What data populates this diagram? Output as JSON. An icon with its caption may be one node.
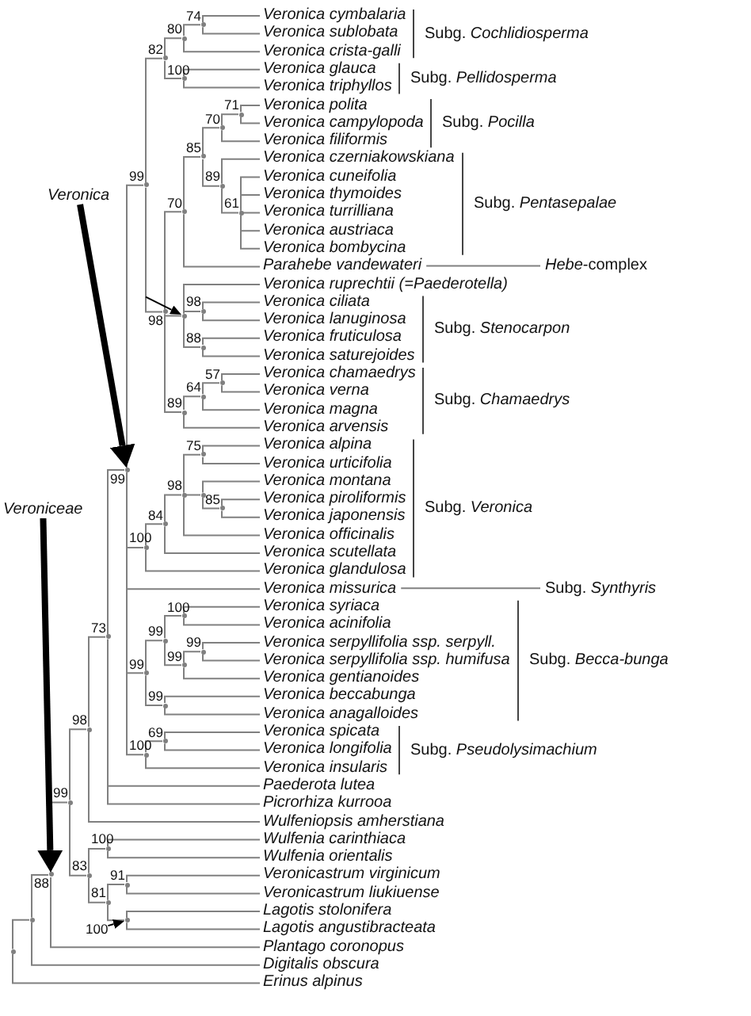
{
  "diagram": {
    "nodes": [
      {
        "text": [],
        "shape": "point"
      },
      {
        "text": [],
        "shape": "point"
      },
      {
        "text": [],
        "shape": "point"
      },
      {
        "text": [],
        "shape": "point"
      },
      {
        "text": [],
        "shape": "point"
      },
      {
        "text": [],
        "shape": "point"
      },
      {
        "text": [],
        "shape": "point"
      },
      {
        "text": [],
        "shape": "point"
      },
      {
        "text": [],
        "shape": "point"
      },
      {
        "text": [],
        "shape": "point"
      },
      {
        "text": [],
        "shape": "point"
      },
      {
        "text": [
          "Veronica cymbalaria"
        ]
      },
      {
        "text": [
          "Veronica sublobata"
        ]
      },
      {
        "text": [
          "Veronica crista-galli"
        ]
      },
      {
        "text": [],
        "shape": "point"
      },
      {
        "text": [
          "Veronica glauca"
        ]
      },
      {
        "text": [
          "Veronica triphyllos"
        ]
      },
      {
        "text": [],
        "shape": "point"
      },
      {
        "text": [],
        "shape": "point"
      },
      {
        "text": [],
        "shape": "point"
      },
      {
        "text": [],
        "shape": "point"
      },
      {
        "text": [],
        "shape": "point"
      },
      {
        "text": [
          "Veronica polita"
        ]
      },
      {
        "text": [
          "Veronica campylopoda"
        ]
      },
      {
        "text": [
          "Veronica filiformis"
        ]
      },
      {
        "text": [],
        "shape": "point"
      },
      {
        "text": [
          "Veronica czerniakowskiana"
        ]
      },
      {
        "text": [],
        "shape": "point"
      },
      {
        "text": [
          "Veronica cuneifolia"
        ]
      },
      {
        "text": [
          "Veronica thymoides"
        ]
      },
      {
        "text": [
          "Veronica turrilliana"
        ]
      },
      {
        "text": [
          "Veronica austriaca"
        ]
      },
      {
        "text": [
          "Veronica bombycina"
        ]
      },
      {
        "text": [
          "Parahebe vandewateri"
        ]
      },
      {
        "text": [],
        "shape": "point"
      },
      {
        "text": [
          "Veronica ruprechtii (=Paederotella)"
        ]
      },
      {
        "text": [],
        "shape": "point"
      },
      {
        "text": [
          "Veronica ciliata"
        ]
      },
      {
        "text": [
          "Veronica lanuginosa"
        ]
      },
      {
        "text": [],
        "shape": "point"
      },
      {
        "text": [
          "Veronica fruticulosa"
        ]
      },
      {
        "text": [
          "Veronica saturejoides"
        ]
      },
      {
        "text": [],
        "shape": "point"
      },
      {
        "text": [],
        "shape": "point"
      },
      {
        "text": [],
        "shape": "point"
      },
      {
        "text": [
          "Veronica chamaedrys"
        ]
      },
      {
        "text": [
          "Veronica verna"
        ]
      },
      {
        "text": [
          "Veronica magna"
        ]
      },
      {
        "text": [
          "Veronica arvensis"
        ]
      },
      {
        "text": [],
        "shape": "point"
      },
      {
        "text": [],
        "shape": "point"
      },
      {
        "text": [],
        "shape": "point"
      },
      {
        "text": [],
        "shape": "point"
      },
      {
        "text": [
          "Veronica alpina"
        ]
      },
      {
        "text": [
          "Veronica urticifolia"
        ]
      },
      {
        "text": [],
        "shape": "point"
      },
      {
        "text": [
          "Veronica montana"
        ]
      },
      {
        "text": [],
        "shape": "point"
      },
      {
        "text": [
          "Veronica piroliformis"
        ]
      },
      {
        "text": [
          "Veronica japonensis"
        ]
      },
      {
        "text": [
          "Veronica officinalis"
        ]
      },
      {
        "text": [
          "Veronica scutellata"
        ]
      },
      {
        "text": [
          "Veronica glandulosa"
        ]
      },
      {
        "text": [
          "Veronica missurica"
        ]
      },
      {
        "text": [],
        "shape": "point"
      },
      {
        "text": [],
        "shape": "point"
      },
      {
        "text": [],
        "shape": "point"
      },
      {
        "text": [
          "Veronica syriaca"
        ]
      },
      {
        "text": [
          "Veronica acinifolia"
        ]
      },
      {
        "text": [],
        "shape": "point"
      },
      {
        "text": [],
        "shape": "point"
      },
      {
        "text": [
          "Veronica serpyllifolia ssp. serpyll."
        ]
      },
      {
        "text": [
          "Veronica serpyllifolia ssp. humifusa"
        ]
      },
      {
        "text": [
          "Veronica gentianoides"
        ]
      },
      {
        "text": [],
        "shape": "point"
      },
      {
        "text": [
          "Veronica beccabunga"
        ]
      },
      {
        "text": [
          "Veronica anagalloides"
        ]
      },
      {
        "text": [],
        "shape": "point"
      },
      {
        "text": [],
        "shape": "point"
      },
      {
        "text": [
          "Veronica spicata"
        ]
      },
      {
        "text": [
          "Veronica longifolia"
        ]
      },
      {
        "text": [
          "Veronica insularis"
        ]
      },
      {
        "text": [
          "Paederota lutea"
        ]
      },
      {
        "text": [
          "Picrorhiza kurrooa"
        ]
      },
      {
        "text": [
          "Wulfeniopsis amherstiana"
        ]
      },
      {
        "text": [],
        "shape": "point"
      },
      {
        "text": [],
        "shape": "point"
      },
      {
        "text": [
          "Wulfenia carinthiaca"
        ]
      },
      {
        "text": [
          "Wulfenia orientalis"
        ]
      },
      {
        "text": [],
        "shape": "point"
      },
      {
        "text": [],
        "shape": "point"
      },
      {
        "text": [
          "Veronicastrum virginicum"
        ]
      },
      {
        "text": [
          "Veronicastrum liukiuense"
        ]
      },
      {
        "text": [],
        "shape": "point"
      },
      {
        "text": [
          "Lagotis stolonifera"
        ]
      },
      {
        "text": [
          "Lagotis angustibracteata"
        ]
      },
      {
        "text": [
          "Plantago coronopus"
        ]
      },
      {
        "text": [
          "Digitalis obscura"
        ]
      },
      {
        "text": [
          "Erinus alpinus"
        ]
      },
      {
        "text": [
          "Veronica"
        ]
      },
      {
        "text": [
          "Veroniceae"
        ]
      },
      {
        "text": [
          "100"
        ]
      },
      {
        "text": [
          "*Hebe*-complex"
        ]
      },
      {
        "text": [
          "Subg. *Synthyris*"
        ]
      }
    ],
    "edges": [
      {
        "from": 0,
        "to": 1,
        "arrow": "none"
      },
      {
        "from": 0,
        "to": 98,
        "arrow": "none"
      },
      {
        "from": 1,
        "to": 2,
        "arrow": "none",
        "label": "88"
      },
      {
        "from": 1,
        "to": 97,
        "arrow": "none"
      },
      {
        "from": 2,
        "to": 3,
        "arrow": "none",
        "label": "99"
      },
      {
        "from": 2,
        "to": 96,
        "arrow": "none"
      },
      {
        "from": 3,
        "to": 4,
        "arrow": "none",
        "label": "98"
      },
      {
        "from": 3,
        "to": 85,
        "arrow": "none",
        "label": "83"
      },
      {
        "from": 4,
        "to": 5,
        "arrow": "none",
        "label": "73"
      },
      {
        "from": 4,
        "to": 84,
        "arrow": "none"
      },
      {
        "from": 5,
        "to": 6,
        "arrow": "none",
        "label": "99"
      },
      {
        "from": 5,
        "to": 82,
        "arrow": "none"
      },
      {
        "from": 5,
        "to": 83,
        "arrow": "none"
      },
      {
        "from": 6,
        "to": 7,
        "arrow": "none",
        "label": "99"
      },
      {
        "from": 6,
        "to": 49,
        "arrow": "none",
        "label": "100"
      },
      {
        "from": 6,
        "to": 63,
        "arrow": "none"
      },
      {
        "from": 6,
        "to": 64,
        "arrow": "none",
        "label": "99"
      },
      {
        "from": 6,
        "to": 77,
        "arrow": "none",
        "label": "100"
      },
      {
        "from": 7,
        "to": 8,
        "arrow": "none",
        "label": "82"
      },
      {
        "from": 7,
        "to": 17,
        "arrow": "none",
        "label": "98"
      },
      {
        "from": 8,
        "to": 9,
        "arrow": "none",
        "label": "80"
      },
      {
        "from": 8,
        "to": 14,
        "arrow": "none",
        "label": "100"
      },
      {
        "from": 9,
        "to": 10,
        "arrow": "none",
        "label": "74"
      },
      {
        "from": 9,
        "to": 13,
        "arrow": "none"
      },
      {
        "from": 10,
        "to": 11,
        "arrow": "none"
      },
      {
        "from": 10,
        "to": 12,
        "arrow": "none"
      },
      {
        "from": 14,
        "to": 15,
        "arrow": "none"
      },
      {
        "from": 14,
        "to": 16,
        "arrow": "none"
      },
      {
        "from": 17,
        "to": 18,
        "arrow": "none",
        "label": "70"
      },
      {
        "from": 17,
        "to": 34,
        "arrow": "none"
      },
      {
        "from": 17,
        "to": 42,
        "arrow": "none",
        "label": "89"
      },
      {
        "from": 18,
        "to": 19,
        "arrow": "none",
        "label": "85"
      },
      {
        "from": 18,
        "to": 33,
        "arrow": "none"
      },
      {
        "from": 19,
        "to": 20,
        "arrow": "none",
        "label": "70"
      },
      {
        "from": 19,
        "to": 25,
        "arrow": "none",
        "label": "89"
      },
      {
        "from": 20,
        "to": 21,
        "arrow": "none",
        "label": "71"
      },
      {
        "from": 20,
        "to": 24,
        "arrow": "none"
      },
      {
        "from": 21,
        "to": 22,
        "arrow": "none"
      },
      {
        "from": 21,
        "to": 23,
        "arrow": "none"
      },
      {
        "from": 25,
        "to": 26,
        "arrow": "none"
      },
      {
        "from": 25,
        "to": 27,
        "arrow": "none",
        "label": "61"
      },
      {
        "from": 27,
        "to": 28,
        "arrow": "none"
      },
      {
        "from": 27,
        "to": 29,
        "arrow": "none"
      },
      {
        "from": 27,
        "to": 30,
        "arrow": "none"
      },
      {
        "from": 27,
        "to": 31,
        "arrow": "none"
      },
      {
        "from": 27,
        "to": 32,
        "arrow": "none"
      },
      {
        "from": 34,
        "to": 35,
        "arrow": "none"
      },
      {
        "from": 34,
        "to": 36,
        "arrow": "none",
        "label": "98"
      },
      {
        "from": 34,
        "to": 39,
        "arrow": "none",
        "label": "88"
      },
      {
        "from": 36,
        "to": 37,
        "arrow": "none"
      },
      {
        "from": 36,
        "to": 38,
        "arrow": "none"
      },
      {
        "from": 39,
        "to": 40,
        "arrow": "none"
      },
      {
        "from": 39,
        "to": 41,
        "arrow": "none"
      },
      {
        "from": 42,
        "to": 43,
        "arrow": "none",
        "label": "64"
      },
      {
        "from": 42,
        "to": 48,
        "arrow": "none"
      },
      {
        "from": 43,
        "to": 44,
        "arrow": "none",
        "label": "57"
      },
      {
        "from": 43,
        "to": 47,
        "arrow": "none"
      },
      {
        "from": 44,
        "to": 45,
        "arrow": "none"
      },
      {
        "from": 44,
        "to": 46,
        "arrow": "none"
      },
      {
        "from": 49,
        "to": 50,
        "arrow": "none",
        "label": "84"
      },
      {
        "from": 49,
        "to": 62,
        "arrow": "none"
      },
      {
        "from": 50,
        "to": 51,
        "arrow": "none",
        "label": "98"
      },
      {
        "from": 50,
        "to": 61,
        "arrow": "none"
      },
      {
        "from": 51,
        "to": 52,
        "arrow": "none",
        "label": "75"
      },
      {
        "from": 51,
        "to": 55,
        "arrow": "none"
      },
      {
        "from": 51,
        "to": 60,
        "arrow": "none"
      },
      {
        "from": 52,
        "to": 53,
        "arrow": "none"
      },
      {
        "from": 52,
        "to": 54,
        "arrow": "none"
      },
      {
        "from": 55,
        "to": 56,
        "arrow": "none"
      },
      {
        "from": 55,
        "to": 57,
        "arrow": "none",
        "label": "85"
      },
      {
        "from": 57,
        "to": 58,
        "arrow": "none"
      },
      {
        "from": 57,
        "to": 59,
        "arrow": "none"
      },
      {
        "from": 64,
        "to": 65,
        "arrow": "none",
        "label": "99"
      },
      {
        "from": 64,
        "to": 74,
        "arrow": "none",
        "label": "99"
      },
      {
        "from": 65,
        "to": 66,
        "arrow": "none",
        "label": "100"
      },
      {
        "from": 65,
        "to": 69,
        "arrow": "none",
        "label": "99"
      },
      {
        "from": 66,
        "to": 67,
        "arrow": "none"
      },
      {
        "from": 66,
        "to": 68,
        "arrow": "none"
      },
      {
        "from": 69,
        "to": 70,
        "arrow": "none",
        "label": "99"
      },
      {
        "from": 69,
        "to": 73,
        "arrow": "none"
      },
      {
        "from": 70,
        "to": 71,
        "arrow": "none"
      },
      {
        "from": 70,
        "to": 72,
        "arrow": "none"
      },
      {
        "from": 74,
        "to": 75,
        "arrow": "none"
      },
      {
        "from": 74,
        "to": 76,
        "arrow": "none"
      },
      {
        "from": 77,
        "to": 78,
        "arrow": "none",
        "label": "69"
      },
      {
        "from": 77,
        "to": 81,
        "arrow": "none"
      },
      {
        "from": 78,
        "to": 79,
        "arrow": "none"
      },
      {
        "from": 78,
        "to": 80,
        "arrow": "none"
      },
      {
        "from": 85,
        "to": 86,
        "arrow": "none",
        "label": "100"
      },
      {
        "from": 85,
        "to": 89,
        "arrow": "none",
        "label": "81"
      },
      {
        "from": 86,
        "to": 87,
        "arrow": "none"
      },
      {
        "from": 86,
        "to": 88,
        "arrow": "none"
      },
      {
        "from": 89,
        "to": 90,
        "arrow": "none",
        "label": "91"
      },
      {
        "from": 89,
        "to": 93,
        "arrow": "none"
      },
      {
        "from": 90,
        "to": 91,
        "arrow": "none"
      },
      {
        "from": 90,
        "to": 92,
        "arrow": "none"
      },
      {
        "from": 93,
        "to": 94,
        "arrow": "none"
      },
      {
        "from": 93,
        "to": 95,
        "arrow": "none"
      },
      {
        "from": 99,
        "to": 6,
        "arrow": "to",
        "style": "thick",
        "color": "#000000"
      },
      {
        "from": 100,
        "to": 2,
        "arrow": "to",
        "style": "thick",
        "color": "#000000"
      },
      {
        "from": 101,
        "to": 93,
        "arrow": "to",
        "color": "#000000"
      },
      {
        "from": null,
        "to": 34,
        "arrow": "to",
        "color": "#000000"
      },
      {
        "from": 102,
        "to": 33,
        "arrow": "none"
      },
      {
        "from": 103,
        "to": 63,
        "arrow": "none"
      }
    ],
    "labels": [
      "Subg. *Cochlidiosperma*",
      "Subg. *Pellidosperma*",
      "Subg. *Pocilla*",
      "Subg. *Pentasepalae*",
      "Subg. *Stenocarpon*",
      "Subg. *Chamaedrys*",
      "Subg. *Veronica*",
      "Subg. *Becca-bunga*",
      "Subg. *Pseudolysimachium*"
    ]
  }
}
